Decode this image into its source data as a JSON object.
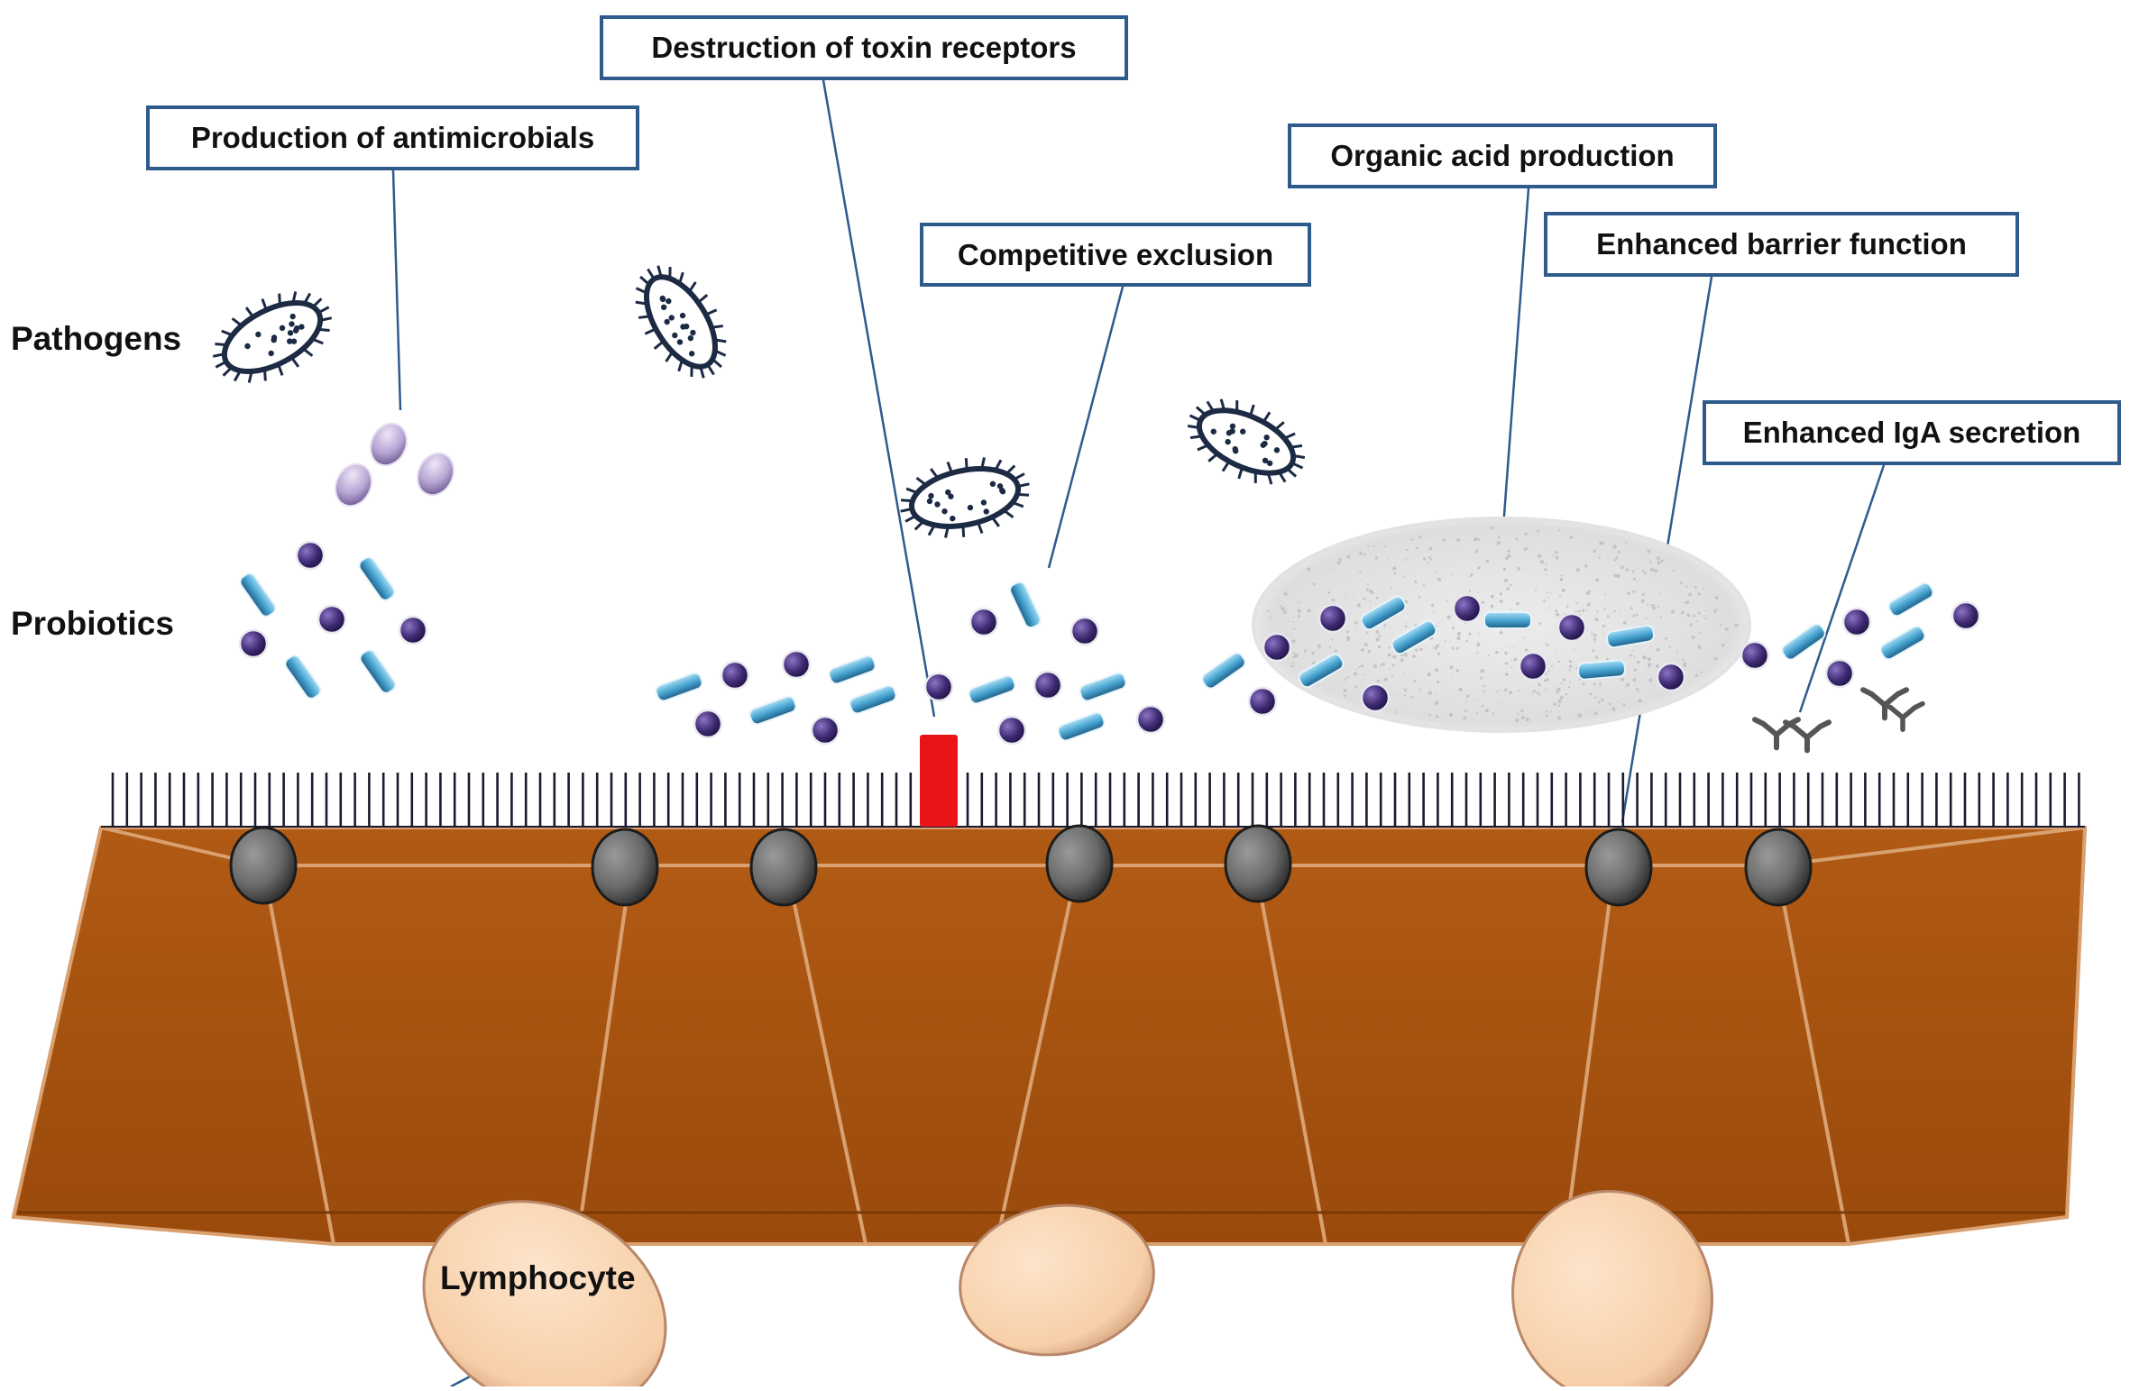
{
  "labels": {
    "toxin_receptors": "Destruction of toxin receptors",
    "antimicrobials": "Production of antimicrobials",
    "organic_acid": "Organic acid production",
    "competitive_exclusion": "Competitive exclusion",
    "barrier_function": "Enhanced barrier function",
    "iga_secretion": "Enhanced IgA secretion"
  },
  "side_labels": {
    "pathogens": "Pathogens",
    "probiotics": "Probiotics"
  },
  "cells": {
    "lymphocyte": "Lymphocyte"
  },
  "colors": {
    "epithelium": "#a14f0f",
    "epithelium_edge": "#d9a070",
    "label_border": "#2e5b8c",
    "receptor": "#e8141a",
    "lymphocyte": "#fbd6b3",
    "probiotic_rod": "#5fb0d6",
    "probiotic_coccus": "#4a2f7a",
    "antimicrobial": "#b9a6d4",
    "tight_junction": "#6d6d6d",
    "pathogen": "#1c2a44"
  }
}
